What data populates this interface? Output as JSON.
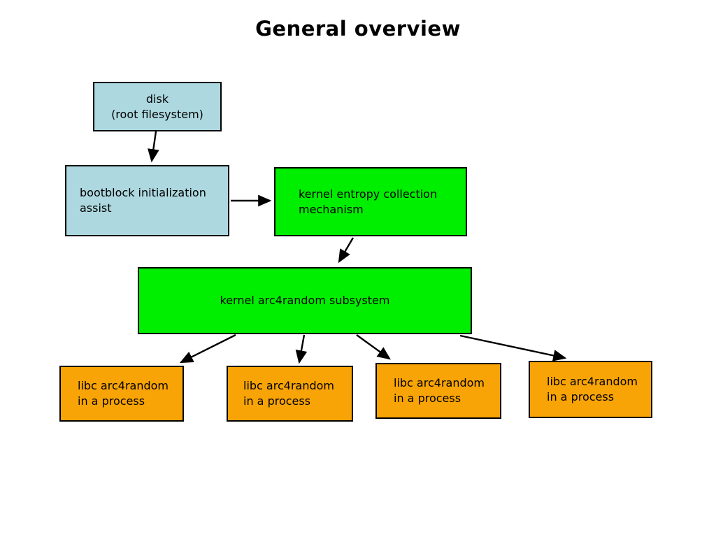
{
  "title": "General overview",
  "colors": {
    "disk_fill": "#add8e0",
    "kernel_fill": "#00ee00",
    "process_fill": "#f9a406",
    "border": "#000000",
    "arrow": "#000000",
    "background": "#ffffff"
  },
  "nodes": {
    "disk": {
      "label": "disk\n(root filesystem)"
    },
    "bootblock": {
      "label": "bootblock initialization\nassist"
    },
    "entropy": {
      "label": "kernel entropy collection\nmechanism"
    },
    "subsystem": {
      "label": "kernel arc4random subsystem"
    },
    "libc1": {
      "label": "libc arc4random\nin a process"
    },
    "libc2": {
      "label": "libc arc4random\nin a process"
    },
    "libc3": {
      "label": "libc arc4random\nin a process"
    },
    "libc4": {
      "label": "libc arc4random\nin a process"
    }
  },
  "edges": [
    {
      "from": "disk",
      "to": "bootblock"
    },
    {
      "from": "bootblock",
      "to": "entropy"
    },
    {
      "from": "entropy",
      "to": "subsystem"
    },
    {
      "from": "subsystem",
      "to": "libc1"
    },
    {
      "from": "subsystem",
      "to": "libc2"
    },
    {
      "from": "subsystem",
      "to": "libc3"
    },
    {
      "from": "subsystem",
      "to": "libc4"
    }
  ]
}
